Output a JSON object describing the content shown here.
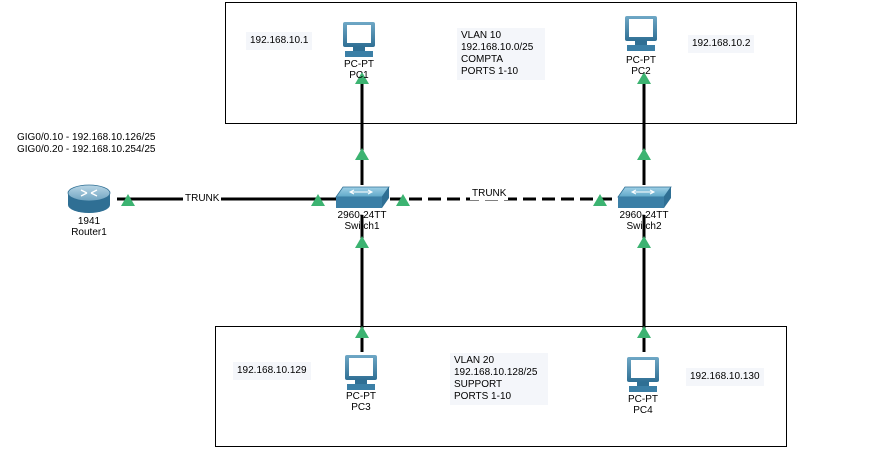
{
  "router": {
    "model": "1941",
    "name": "Router1",
    "subifs": [
      "GIG0/0.10 - 192.168.10.126/25",
      "GIG0/0.20 - 192.168.10.254/25"
    ]
  },
  "switch1": {
    "model": "2960-24TT",
    "name": "Switch1"
  },
  "switch2": {
    "model": "2960-24TT",
    "name": "Switch2"
  },
  "pc1": {
    "model": "PC-PT",
    "name": "PC1",
    "ip": "192.168.10.1"
  },
  "pc2": {
    "model": "PC-PT",
    "name": "PC2",
    "ip": "192.168.10.2"
  },
  "pc3": {
    "model": "PC-PT",
    "name": "PC3",
    "ip": "192.168.10.129"
  },
  "pc4": {
    "model": "PC-PT",
    "name": "PC4",
    "ip": "192.168.10.130"
  },
  "vlan10": {
    "lines": [
      "VLAN 10",
      "192.168.10.0/25",
      "COMPTA",
      "PORTS 1-10"
    ]
  },
  "vlan20": {
    "lines": [
      "VLAN 20",
      "192.168.10.128/25",
      "SUPPORT",
      "PORTS 1-10"
    ]
  },
  "links": {
    "trunk1": "TRUNK",
    "trunk2": "TRUNK"
  },
  "colors": {
    "link": "#000000",
    "port": "#3cb371",
    "device": "#3b7fa6",
    "monitor_screen": "#ffffff"
  }
}
